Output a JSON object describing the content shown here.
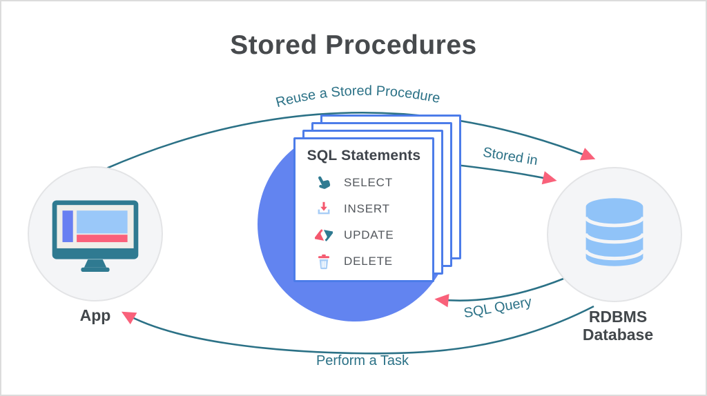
{
  "title": "Stored Procedures",
  "nodes": {
    "app": {
      "label": "App",
      "icon": "app-monitor-icon"
    },
    "database": {
      "line1": "RDBMS",
      "line2": "Database",
      "icon": "database-cylinder-icon"
    }
  },
  "card": {
    "title": "SQL Statements",
    "items": [
      {
        "label": "SELECT",
        "icon": "hand-pointer-icon"
      },
      {
        "label": "INSERT",
        "icon": "insert-download-icon"
      },
      {
        "label": "UPDATE",
        "icon": "update-refresh-icon"
      },
      {
        "label": "DELETE",
        "icon": "delete-trash-icon"
      }
    ]
  },
  "arrows": [
    {
      "label": "Reuse a Stored Procedure",
      "from": "app",
      "to": "rdbms-database"
    },
    {
      "label": "Stored in",
      "from": "sql-statements",
      "to": "rdbms-database"
    },
    {
      "label": "SQL Query",
      "from": "rdbms-database",
      "to": "sql-statements"
    },
    {
      "label": "Perform a Task",
      "from": "rdbms-database",
      "to": "app"
    }
  ],
  "colors": {
    "teal_line": "#2b7186",
    "pink_arrowhead": "#f9617a",
    "blue_circle": "#6284f0",
    "card_border": "#4c7ce9",
    "db_icon_blue": "#90c3f8",
    "monitor_teal": "#2f7a91",
    "icon_red": "#f4586e",
    "icon_light_blue": "#a7cdf6",
    "node_circle_fill": "#f4f5f7",
    "title_color": "#474a4d"
  }
}
